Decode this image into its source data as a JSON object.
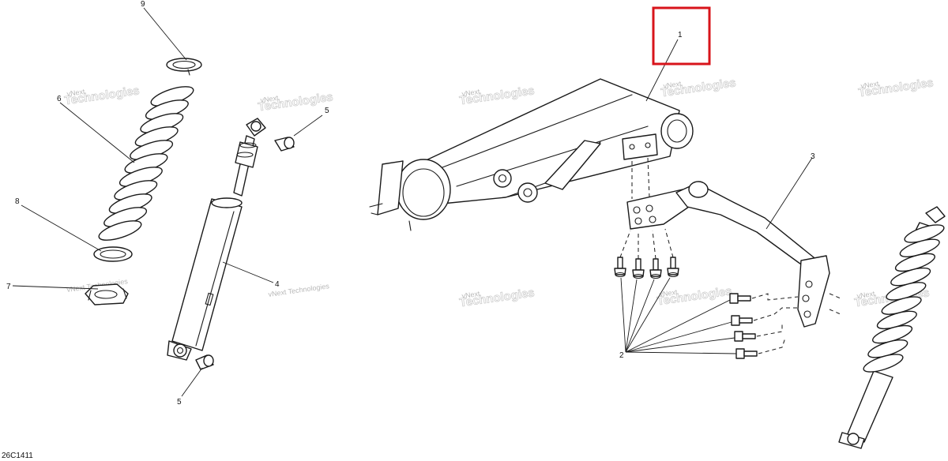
{
  "diagram_code": "26C1411",
  "watermark": {
    "line1": "vNext",
    "line2": "Technologies",
    "line3": "vNext Technologies"
  },
  "callouts": {
    "c1": "1",
    "c2": "2",
    "c3": "3",
    "c4": "4",
    "c5a": "5",
    "c5b": "5",
    "c6": "6",
    "c7": "7",
    "c8": "8",
    "c9": "9"
  },
  "highlight": {
    "target": "1",
    "color": "#d8141b"
  }
}
